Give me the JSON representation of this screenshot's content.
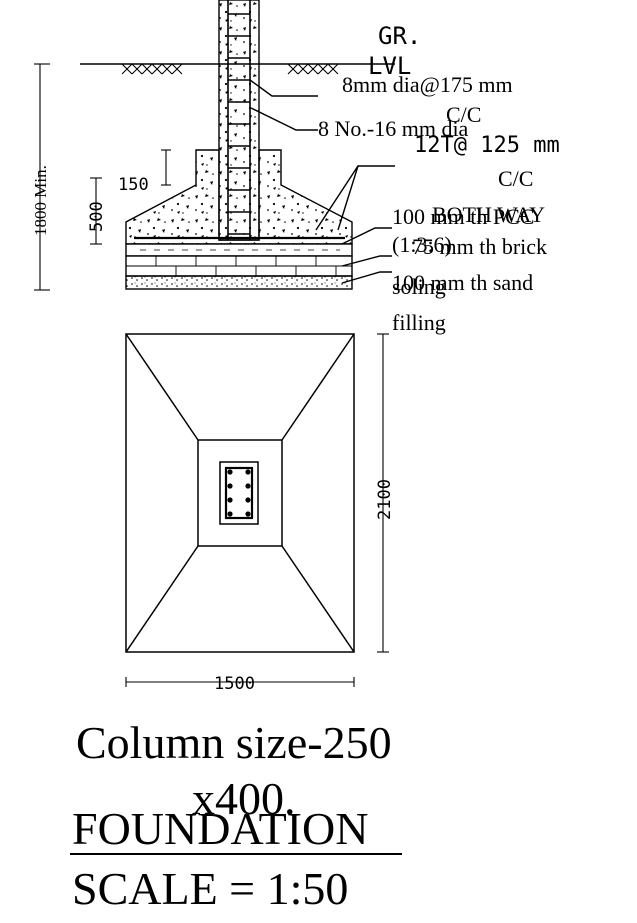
{
  "labels": {
    "ground_gr": "GR.",
    "ground_lvl": "LVL",
    "rebar_8mm": "8mm dia@175  mm",
    "rebar_8mm_cc": "C/C",
    "main_bars": "8 No.-16 mm dia",
    "rebar_12t": "12T@  125  mm",
    "rebar_12t_cc": "C/C",
    "both_way": "BOTH WAY",
    "pcc_line1": "100 mm th PCC",
    "pcc_line2": "(1:3:6)",
    "brick_line1": "75 mm th brick",
    "brick_line2": "soling",
    "sand_line1": "100 mm th sand",
    "sand_line2": "filling",
    "column_size_1": "Column size-250",
    "column_size_2": "x400.",
    "title": "FOUNDATION",
    "scale": "SCALE  =  1:50"
  },
  "dimensions": {
    "depth_min": "1800 Min.",
    "footing_depth": "500",
    "pedestal_step": "150",
    "plan_length": "2100",
    "plan_width": "1500"
  },
  "colors": {
    "line": "#000000",
    "background": "#ffffff"
  }
}
